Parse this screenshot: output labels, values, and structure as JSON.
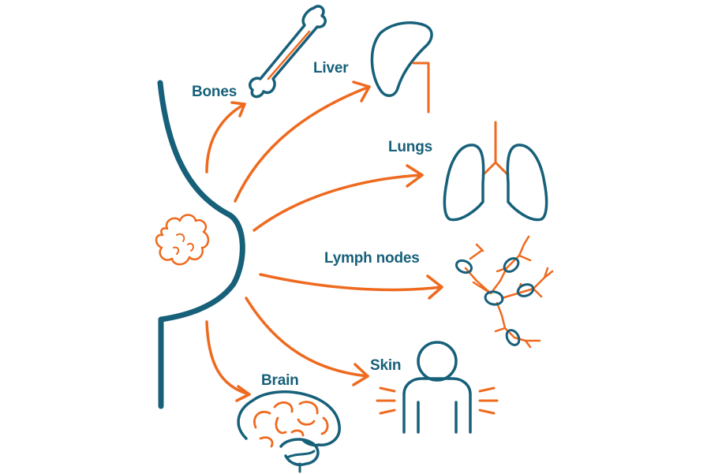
{
  "labels": {
    "bones": "Bones",
    "liver": "Liver",
    "lungs": "Lungs",
    "lymph_nodes": "Lymph nodes",
    "skin": "Skin",
    "brain": "Brain"
  },
  "colors": {
    "outline": "#17607a",
    "accent": "#ee6a1f",
    "background": "#ffffff"
  },
  "icons": [
    "breast-outline",
    "tumor-icon",
    "bone-icon",
    "liver-icon",
    "lungs-icon",
    "lymph-nodes-icon",
    "person-icon",
    "brain-icon"
  ]
}
